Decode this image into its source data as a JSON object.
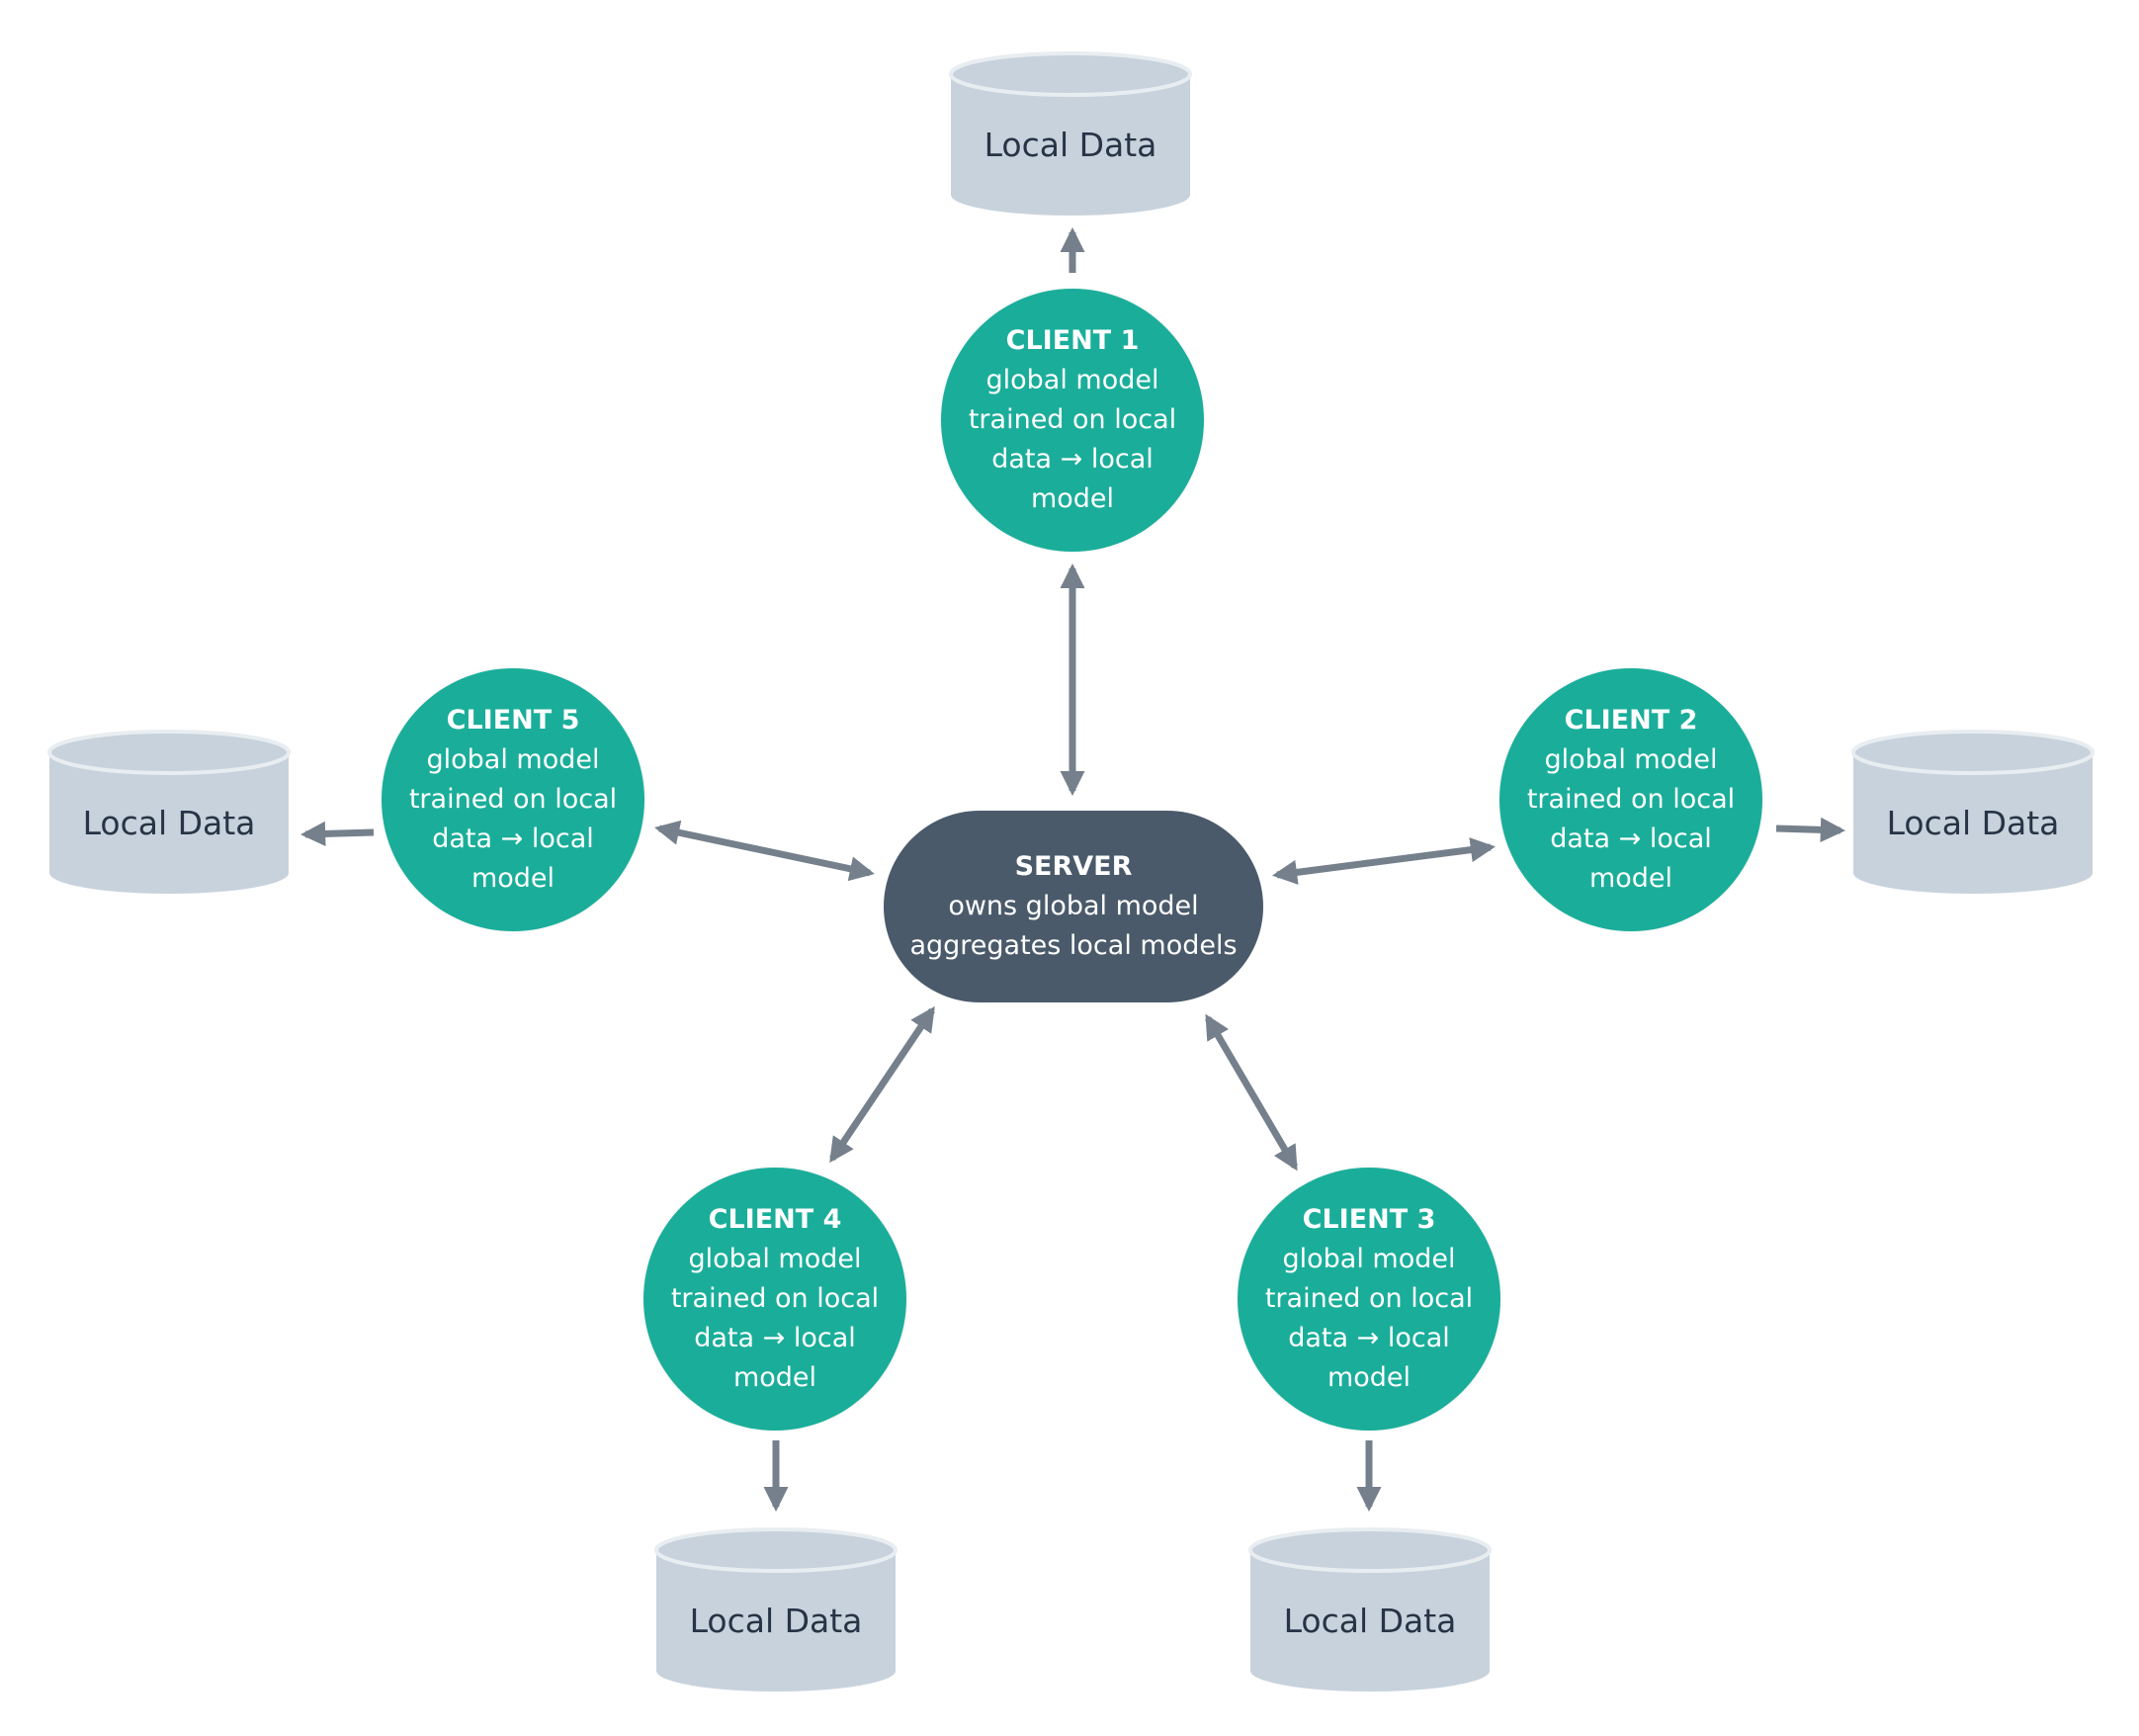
{
  "colors": {
    "client_fill": "#1aae9a",
    "server_fill": "#4a5a6a",
    "database_fill": "#c8d2dc",
    "database_rim": "#e8edf1",
    "arrow": "#75808c",
    "node_text": "#ffffff",
    "database_text": "#263445"
  },
  "server": {
    "title": "SERVER",
    "line1": "owns global model",
    "line2": "aggregates local models"
  },
  "clients": [
    {
      "title": "CLIENT 1",
      "line1": "global model",
      "line2": "trained on local",
      "line3": "data → local",
      "line4": "model"
    },
    {
      "title": "CLIENT 2",
      "line1": "global model",
      "line2": "trained on local",
      "line3": "data → local",
      "line4": "model"
    },
    {
      "title": "CLIENT 3",
      "line1": "global model",
      "line2": "trained on local",
      "line3": "data → local",
      "line4": "model"
    },
    {
      "title": "CLIENT 4",
      "line1": "global model",
      "line2": "trained on local",
      "line3": "data → local",
      "line4": "model"
    },
    {
      "title": "CLIENT 5",
      "line1": "global model",
      "line2": "trained on local",
      "line3": "data → local",
      "line4": "model"
    }
  ],
  "stores": [
    {
      "label": "Local Data",
      "icon": "database-icon"
    },
    {
      "label": "Local Data",
      "icon": "database-icon"
    },
    {
      "label": "Local Data",
      "icon": "database-icon"
    },
    {
      "label": "Local Data",
      "icon": "database-icon"
    },
    {
      "label": "Local Data",
      "icon": "database-icon"
    }
  ]
}
